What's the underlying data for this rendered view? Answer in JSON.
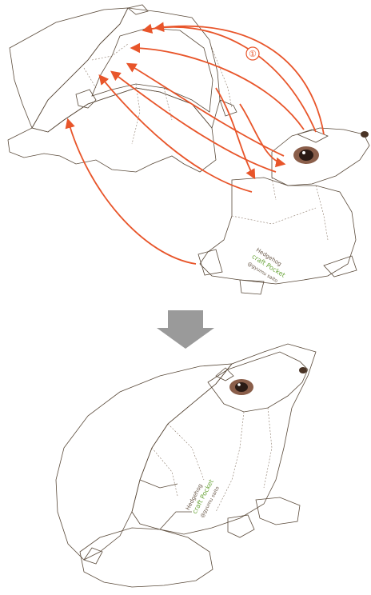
{
  "step_marker": "①",
  "print_text": {
    "brand": "craft Pocket",
    "author": "@gyumu saito",
    "model": "Hedgehog"
  },
  "colors": {
    "arrow": "#e8552a",
    "quill_dark": "#6b4a2c",
    "quill_light": "#c9a77a",
    "skin": "#f2dcc8",
    "skin_shade": "#e4c3a6",
    "feet_gray": "#cfcfcf",
    "step_arrow": "#9a9a9a"
  }
}
